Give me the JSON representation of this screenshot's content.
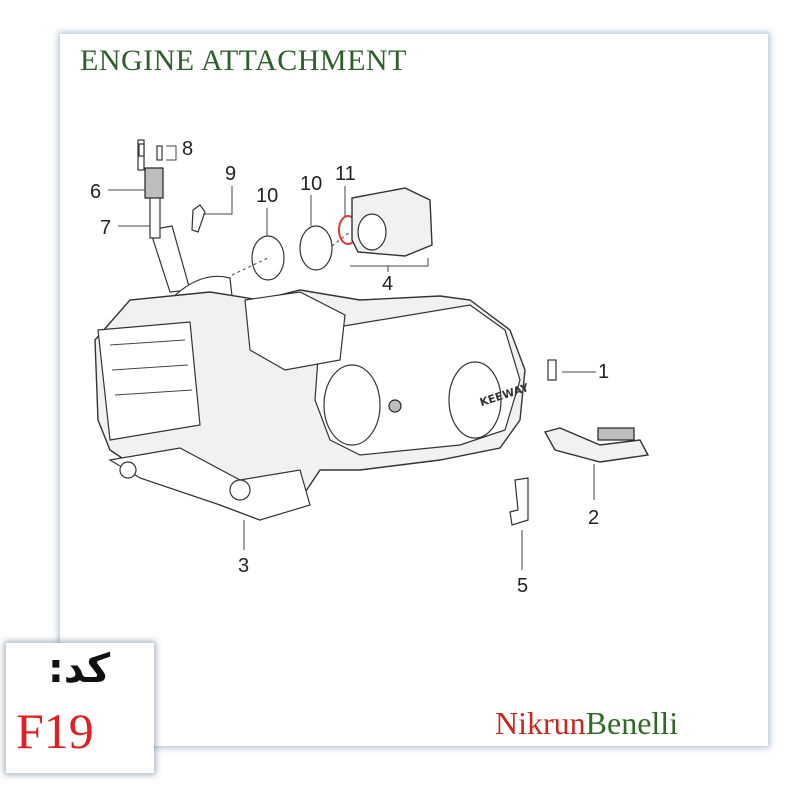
{
  "title": "ENGINE ATTACHMENT",
  "callouts": {
    "c1": "1",
    "c2": "2",
    "c3": "3",
    "c4": "4",
    "c5": "5",
    "c6": "6",
    "c7": "7",
    "c8": "8",
    "c9": "9",
    "c10a": "10",
    "c10b": "10",
    "c11": "11"
  },
  "engine_logo": "KEEWAY",
  "code": {
    "label": "کد:",
    "value": "F19"
  },
  "brand": {
    "part1": "Nikrun",
    "part2": "Benelli"
  },
  "colors": {
    "title": "#2e5e2a",
    "code_value": "#e02020",
    "brand_red": "#c6281e",
    "brand_green": "#2e6b22",
    "highlight": "#e23a3a"
  }
}
